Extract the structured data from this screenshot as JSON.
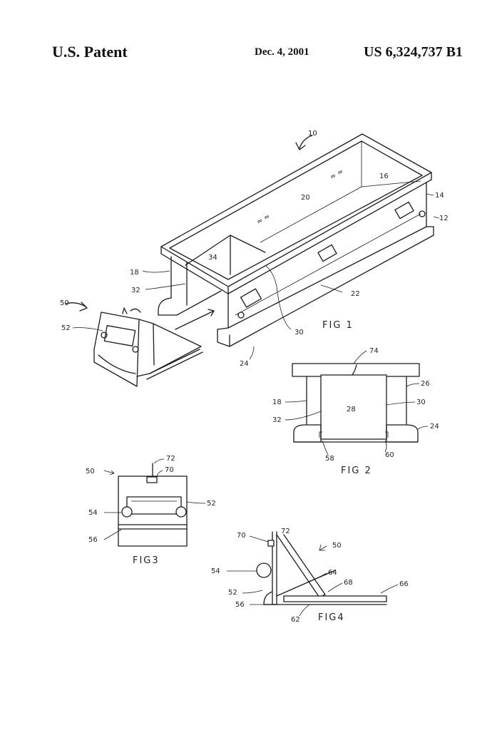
{
  "header": {
    "left": "U.S. Patent",
    "date": "Dec. 4, 2001",
    "number": "US 6,324,737 B1"
  },
  "figures": {
    "fig1": "FIG 1",
    "fig2": "FIG 2",
    "fig3": "FIG3",
    "fig4": "FIG4"
  },
  "refs": {
    "r10": "10",
    "r12": "12",
    "r14": "14",
    "r16": "16",
    "r18": "18",
    "r20": "20",
    "r22": "22",
    "r24": "24",
    "r26": "26",
    "r28": "28",
    "r30": "30",
    "r32": "32",
    "r34": "34",
    "r50": "50",
    "r52": "52",
    "r54": "54",
    "r56": "56",
    "r58": "58",
    "r60": "60",
    "r62": "62",
    "r64": "64",
    "r66": "66",
    "r68": "68",
    "r70": "70",
    "r72": "72",
    "r74": "74"
  }
}
